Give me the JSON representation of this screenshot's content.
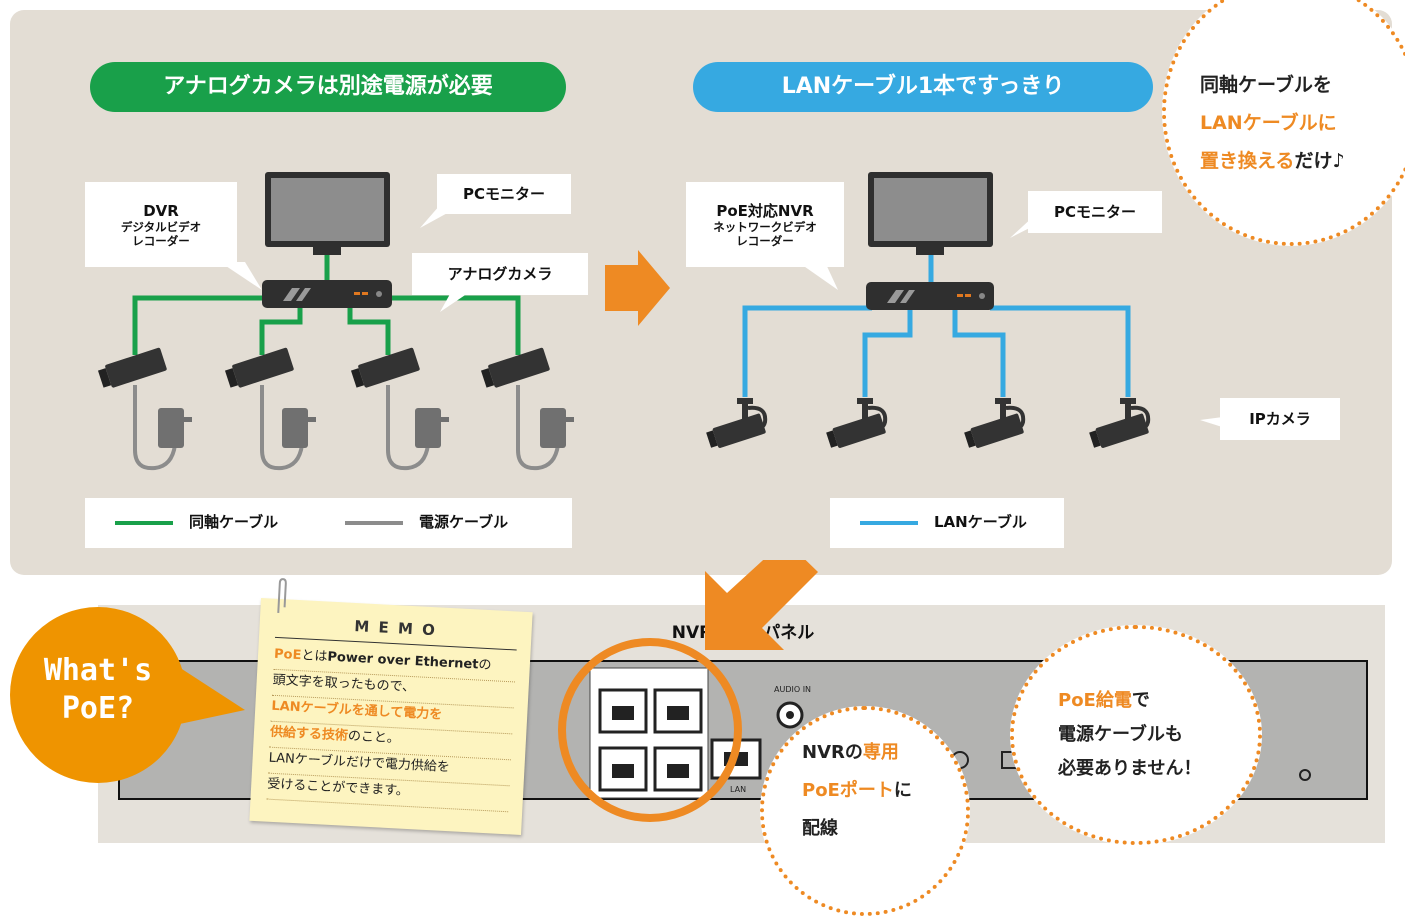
{
  "left_section": {
    "heading": "アナログカメラは別途電源が必要",
    "recorder_label_title": "DVR",
    "recorder_label_sub1": "デジタルビデオ",
    "recorder_label_sub2": "レコーダー",
    "monitor_label": "PCモニター",
    "camera_label": "アナログカメラ",
    "legend": [
      {
        "label": "同軸ケーブル",
        "color": "#19a04a"
      },
      {
        "label": "電源ケーブル",
        "color": "#8c8c8c"
      }
    ]
  },
  "right_section": {
    "heading": "LANケーブル1本ですっきり",
    "recorder_label_title": "PoE対応NVR",
    "recorder_label_sub1": "ネットワークビデオ",
    "recorder_label_sub2": "レコーダー",
    "monitor_label": "PCモニター",
    "camera_label": "IPカメラ",
    "legend": [
      {
        "label": "LANケーブル",
        "color": "#36a9e1"
      }
    ]
  },
  "callout_top": {
    "line1": "同軸ケーブルを",
    "line2_highlight": "LANケーブルに",
    "line3_highlight": "置き換える",
    "line3_rest": "だけ♪"
  },
  "whats_poe": {
    "line1": "What's",
    "line2": "PoE?"
  },
  "memo": {
    "title": "M E M O",
    "l1_highlight": "PoE",
    "l1_a": "とは",
    "l1_b": "Power over Ethernet",
    "l1_c": "の",
    "l2": "頭文字を取ったもので、",
    "l3_highlight": "LANケーブルを通して電力を",
    "l4_highlight": "供給する技術",
    "l4_rest": "のこと。",
    "l5": "LANケーブルだけで電力供給を",
    "l6": "受けることができます。"
  },
  "back_panel": {
    "title": "NVRの背面パネル",
    "audio_label": "AUDIO IN",
    "lan_label": "LAN"
  },
  "callout_port": {
    "line1_a": "NVRの",
    "line1_highlight": "専用",
    "line2_highlight": "PoEポート",
    "line2_rest": "に",
    "line3": "配線"
  },
  "callout_power": {
    "line1_highlight": "PoE給電",
    "line1_rest": "で",
    "line2": "電源ケーブルも",
    "line3": "必要ありません！"
  },
  "colors": {
    "green": "#19a04a",
    "blue": "#36a9e1",
    "orange": "#ee8a23",
    "panel_bg": "#e3ddd4"
  }
}
